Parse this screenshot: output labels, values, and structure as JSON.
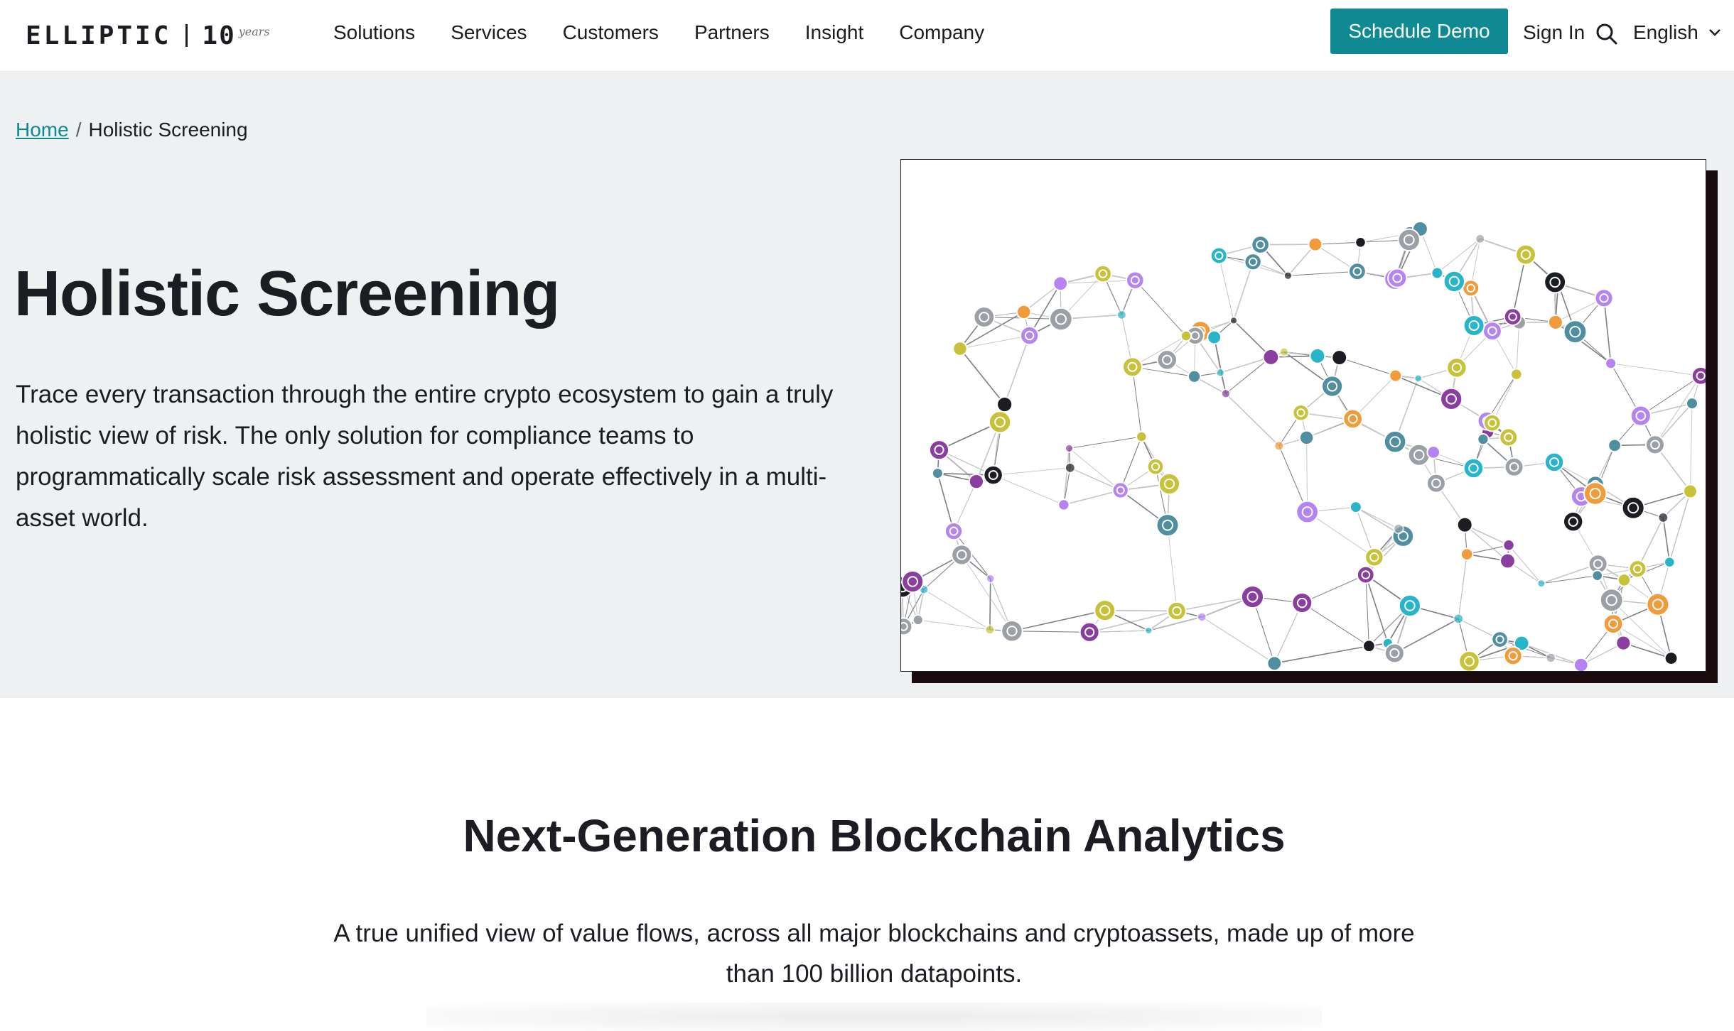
{
  "header": {
    "logo": {
      "wordmark": "ELLIPTIC",
      "anniversary_number": "10",
      "anniversary_label": "years"
    },
    "nav": [
      "Solutions",
      "Services",
      "Customers",
      "Partners",
      "Insight",
      "Company"
    ],
    "demo_button": "Schedule Demo",
    "sign_in": "Sign In",
    "search_icon": "search-icon",
    "language": "English",
    "accent_color": "#108a92"
  },
  "breadcrumb": {
    "home": "Home",
    "separator": "/",
    "current": "Holistic Screening"
  },
  "hero": {
    "title": "Holistic Screening",
    "description": "Trace every transaction through the entire crypto ecosystem to gain a truly holistic view of risk. The only solution for compliance teams to programmatically scale risk assessment and operate effectively in a multi-asset world.",
    "background_color": "#eef0f2",
    "illustration": "blockchain-network-globe"
  },
  "section2": {
    "title": "Next-Generation Blockchain Analytics",
    "description": "A true unified view of value flows, across all major blockchains and cryptoassets, made up of more than 100 billion datapoints."
  }
}
